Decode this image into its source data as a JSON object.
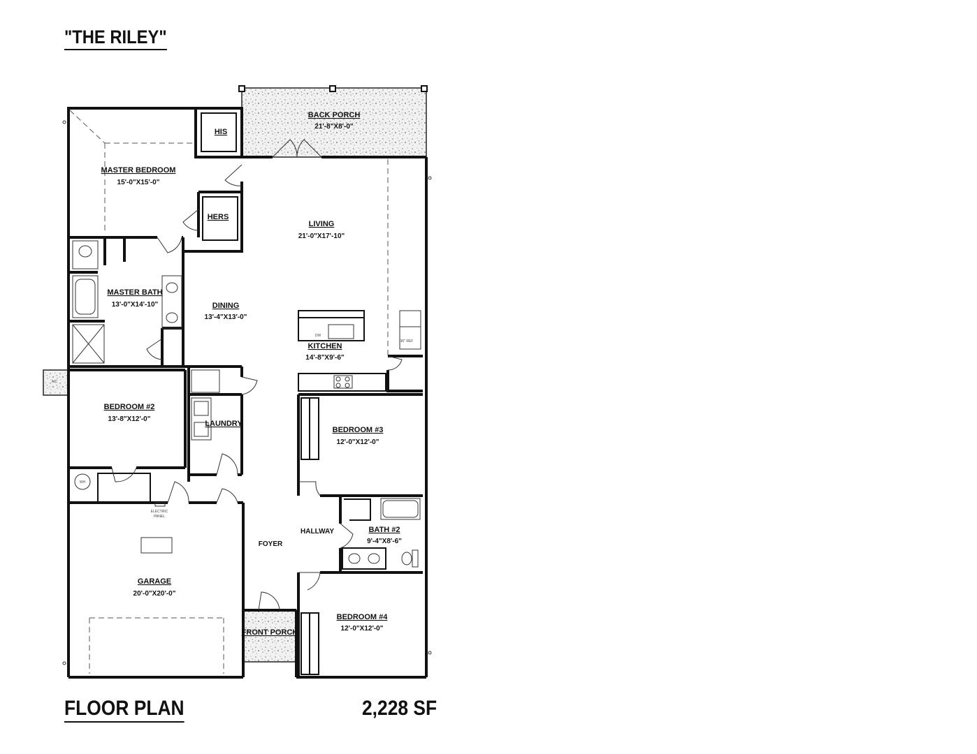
{
  "title": "\"THE RILEY\"",
  "heading": "FLOOR PLAN",
  "area": "2,228 SF",
  "rooms": {
    "back_porch": {
      "name": "BACK PORCH",
      "dims": "21'-8\"X8'-0\""
    },
    "his": {
      "name": "HIS"
    },
    "master_bedroom": {
      "name": "MASTER BEDROOM",
      "dims": "15'-0\"X15'-0\""
    },
    "hers": {
      "name": "HERS"
    },
    "living": {
      "name": "LIVING",
      "dims": "21'-0\"X17'-10\""
    },
    "master_bath": {
      "name": "MASTER BATH",
      "dims": "13'-0\"X14'-10\""
    },
    "dining": {
      "name": "DINING",
      "dims": "13'-4\"X13'-0\""
    },
    "kitchen": {
      "name": "KITCHEN",
      "dims": "14'-8\"X9'-6\""
    },
    "bedroom2": {
      "name": "BEDROOM #2",
      "dims": "13'-8\"X12'-0\""
    },
    "laundry": {
      "name": "LAUNDRY"
    },
    "bedroom3": {
      "name": "BEDROOM #3",
      "dims": "12'-0\"X12'-0\""
    },
    "hallway": {
      "name": "HALLWAY"
    },
    "bath2": {
      "name": "BATH #2",
      "dims": "9'-4\"X8'-6\""
    },
    "foyer": {
      "name": "FOYER"
    },
    "garage": {
      "name": "GARAGE",
      "dims": "20'-0\"X20'-0\""
    },
    "bedroom4": {
      "name": "BEDROOM #4",
      "dims": "12'-0\"X12'-0\""
    },
    "front_porch": {
      "name": "FRONT PORCH"
    }
  },
  "small_labels": {
    "wh": "WH",
    "electric_panel_1": "ELECTRIC",
    "electric_panel_2": "PANEL",
    "ref": "36\" REF",
    "ac": "A/C",
    "dw": "DW"
  }
}
